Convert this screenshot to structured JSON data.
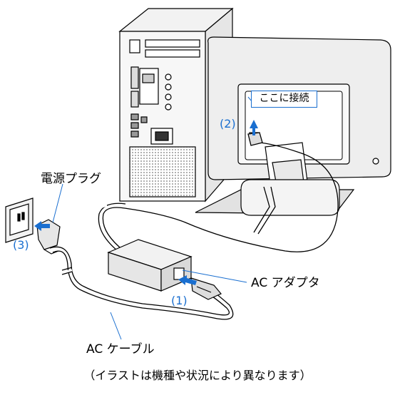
{
  "labels": {
    "plug": "電源プラグ",
    "adapter": "AC アダプタ",
    "cable": "AC ケーブル",
    "callout": "ここに接続",
    "caption": "（イラストは機種や状況により異なります）"
  },
  "steps": {
    "step1": "(1)",
    "step2": "(2)",
    "step3": "(3)"
  },
  "colors": {
    "accent": "#1a6fd0",
    "line": "#000000",
    "arrow": "#1a6fd0"
  }
}
